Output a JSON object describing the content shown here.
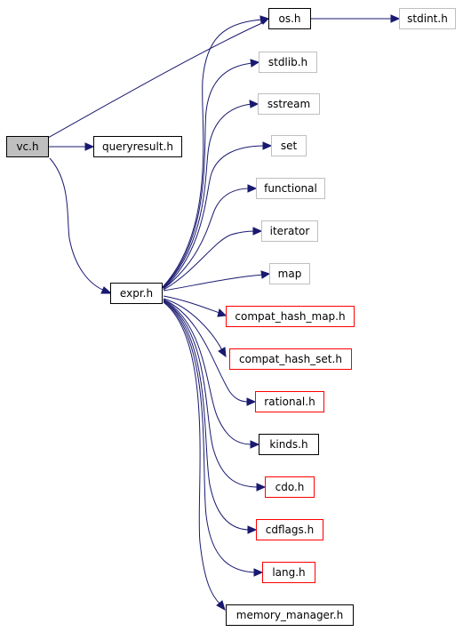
{
  "colors": {
    "edge": "#191970",
    "border_black": "#000000",
    "border_gray": "#bfbfbf",
    "border_red": "#ff0000",
    "root_fill": "#bfbfbf"
  },
  "nodes": {
    "vc": "vc.h",
    "queryresult": "queryresult.h",
    "expr": "expr.h",
    "os": "os.h",
    "stdint": "stdint.h",
    "stdlib": "stdlib.h",
    "sstream": "sstream",
    "set": "set",
    "functional": "functional",
    "iterator": "iterator",
    "map": "map",
    "compat_hash_map": "compat_hash_map.h",
    "compat_hash_set": "compat_hash_set.h",
    "rational": "rational.h",
    "kinds": "kinds.h",
    "cdo": "cdo.h",
    "cdflags": "cdflags.h",
    "lang": "lang.h",
    "memory_manager": "memory_manager.h"
  }
}
